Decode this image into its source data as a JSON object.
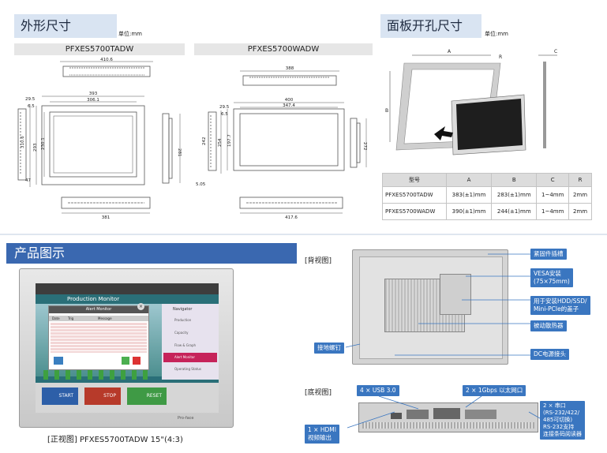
{
  "outline": {
    "title": "外形尺寸",
    "unit": "单位:mm",
    "models": [
      "PFXES5700TADW",
      "PFXES5700WADW"
    ],
    "tadw_dims": {
      "d1": "410.6",
      "d2": "393",
      "d3": "306.1",
      "d4": "29.5",
      "d5": "6.5",
      "d6": "310.6",
      "d7": "293",
      "d8": "230.1",
      "d9": "47",
      "d10": "381",
      "d11": "281"
    },
    "wadw_dims": {
      "d1": "388",
      "d2": "400",
      "d3": "347.4",
      "d4": "29.5",
      "d5": "6.5",
      "d6": "242",
      "d7": "254",
      "d8": "197.7",
      "d9": "5.05",
      "d10": "417.6",
      "d11": "272"
    }
  },
  "cutout": {
    "title": "面板开孔尺寸",
    "unit": "单位:mm",
    "labels": {
      "a": "A",
      "b": "B",
      "c": "C",
      "r": "R"
    },
    "table": {
      "headers": [
        "型号",
        "A",
        "B",
        "C",
        "R"
      ],
      "rows": [
        [
          "PFXES5700TADW",
          "383(±1)mm",
          "283(±1)mm",
          "1~4mm",
          "2mm"
        ],
        [
          "PFXES5700WADW",
          "390(±1)mm",
          "244(±1)mm",
          "1~4mm",
          "2mm"
        ]
      ]
    }
  },
  "product": {
    "title": "产品图示",
    "screen": {
      "header_text": "Production Monitor",
      "nav_title": "Navigator",
      "alert_title": "Alert Monitor",
      "columns": [
        "Date",
        "Trig",
        "Message"
      ],
      "btn_start": "START",
      "btn_stop": "STOP",
      "btn_reset": "RESET",
      "side_items": [
        "Production",
        "Capacity",
        "Flow & Graph",
        "Alert Monitor",
        "Operating Status"
      ],
      "bezel_brand": "Pro-face"
    },
    "front_caption": "[正视图] PFXES5700TADW 15\"(4:3)",
    "back_label": "[背视图]",
    "bottom_label": "[底视图]",
    "back_callouts": {
      "fix_slot": "紧固件插槽",
      "vesa_l1": "VESA安装",
      "vesa_l2": "(75×75mm)",
      "cover_l1": "用于安装HDD/SSD/",
      "cover_l2": "Mini-PCIe的盖子",
      "heatsink": "被动散热器",
      "ground": "接地螺钉",
      "dc": "DC电源接头"
    },
    "bottom_callouts": {
      "usb": "4 × USB 3.0",
      "lan": "2 × 1Gbps 以太网口",
      "hdmi_l1": "1 × HDMI",
      "hdmi_l2": "视频输出",
      "serial_l1": "2 × 串口",
      "serial_l2": "(RS-232/422/",
      "serial_l3": "485可切换)",
      "serial_l4": "RS-232支持",
      "serial_l5": "连接条码阅读器"
    }
  },
  "colors": {
    "accent": "#3a68b0",
    "callout": "#3a76c0",
    "light_head": "#d9e4f2"
  }
}
